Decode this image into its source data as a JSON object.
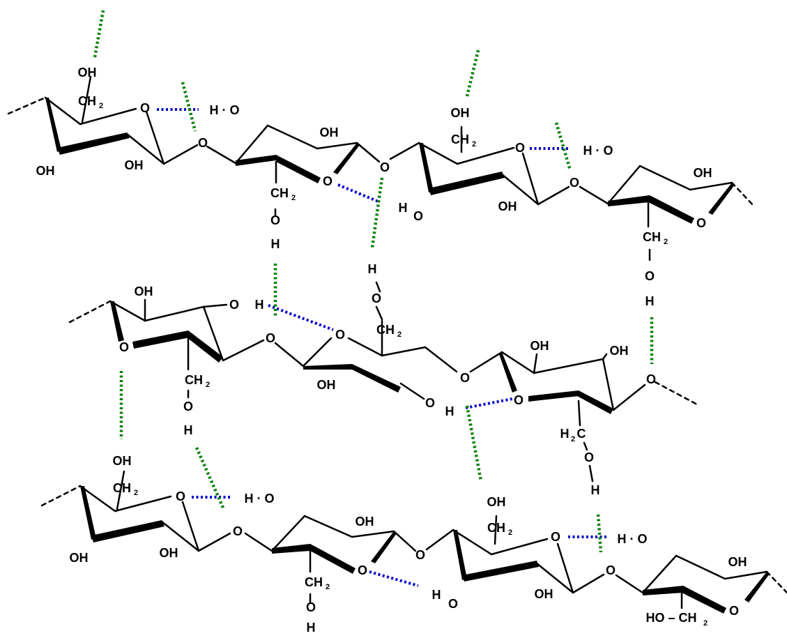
{
  "labels": {
    "hydroxyl": "OH",
    "oxygen": "O",
    "hydrogen": "H",
    "h_dot_o": "H · O",
    "methylene": "CH",
    "methylene_left": "H",
    "methylene_left_c": "C",
    "subscript_2": "2",
    "ho_dash_ch": "HO – CH"
  },
  "colors": {
    "bond": "#000000",
    "hbond_intra": "#0000CC",
    "hbond_inter": "#008000"
  }
}
